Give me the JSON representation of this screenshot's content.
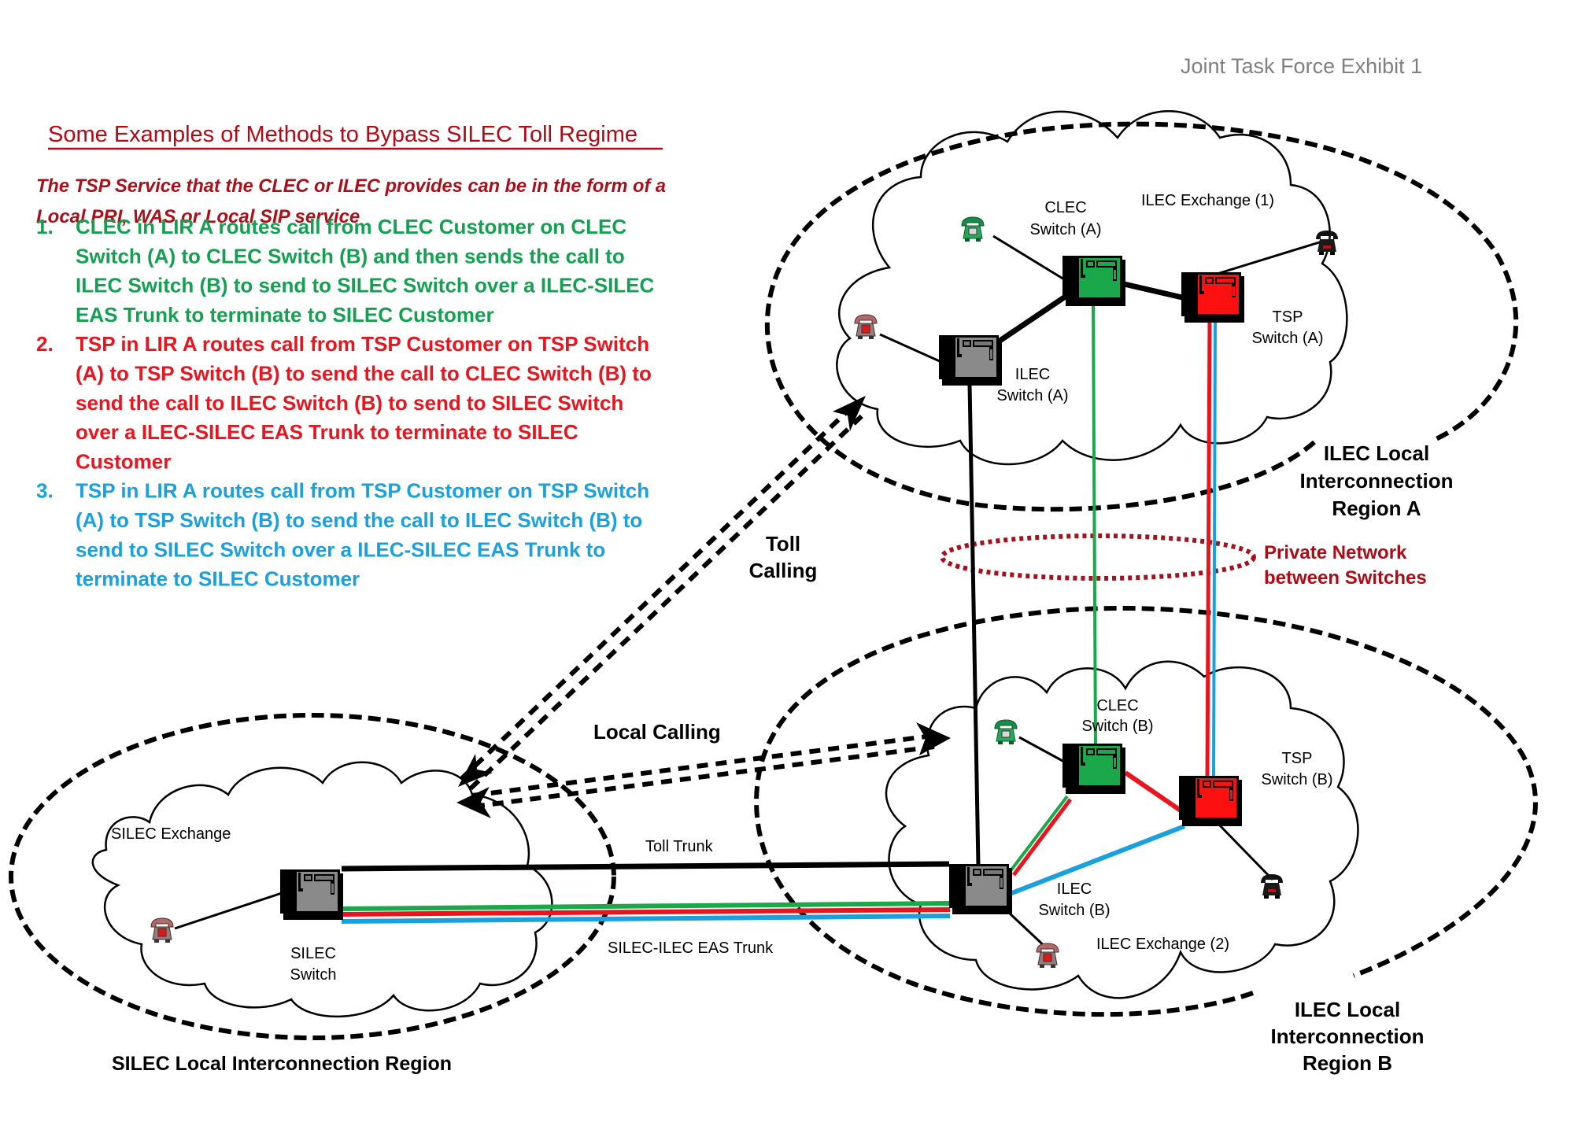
{
  "header": {
    "exhibit_label": "Joint Task Force Exhibit 1",
    "title": "Some Examples of Methods to Bypass SILEC Toll Regime",
    "subtitle_lines": [
      "The TSP Service that the CLEC or ILEC provides can be in the form of a",
      "Local PRI, WAS or Local SIP service"
    ]
  },
  "colors": {
    "title": "#b00a14",
    "method_1": "#14a050",
    "method_2": "#e8141e",
    "method_3": "#1aa0dc",
    "clec_switch": "#1aa84a",
    "tsp_switch": "#ff1010",
    "ilec_switch": "#8a8a8a",
    "private_network": "#a8101a"
  },
  "methods": [
    {
      "number": "1.",
      "color": "#14a050",
      "lines": [
        "CLEC in LIR A routes call from CLEC Customer on CLEC",
        "Switch (A) to CLEC Switch (B) and then sends the call to",
        "ILEC Switch (B) to send to SILEC Switch over a ILEC-SILEC",
        "EAS Trunk to terminate to SILEC Customer"
      ]
    },
    {
      "number": "2.",
      "color": "#e8141e",
      "lines": [
        "TSP in LIR A routes call from TSP Customer on TSP Switch",
        "(A) to TSP Switch (B) to send the call to CLEC Switch (B) to",
        "send the call to ILEC Switch (B) to send to SILEC Switch",
        "over a ILEC-SILEC EAS Trunk to terminate to SILEC",
        "Customer"
      ]
    },
    {
      "number": "3.",
      "color": "#1aa0dc",
      "lines": [
        "TSP in LIR A routes call from TSP Customer on TSP Switch",
        "(A) to TSP Switch (B) to send the call to ILEC Switch (B) to",
        "send to SILEC Switch over a ILEC-SILEC EAS Trunk to",
        "terminate to SILEC Customer"
      ]
    }
  ],
  "regions": {
    "region_a": {
      "lines": [
        "ILEC Local",
        "Interconnection",
        "Region A"
      ]
    },
    "region_b": {
      "lines": [
        "ILEC Local",
        "Interconnection",
        "Region B"
      ]
    },
    "silec": {
      "label": "SILEC Local Interconnection Region"
    }
  },
  "exchanges": {
    "ilec_1": "ILEC Exchange (1)",
    "ilec_2": "ILEC Exchange (2)",
    "silec": "SILEC Exchange"
  },
  "switches": {
    "clec_a": [
      "CLEC",
      "Switch (A)"
    ],
    "tsp_a": [
      "TSP",
      "Switch (A)"
    ],
    "ilec_a": [
      "ILEC",
      "Switch (A)"
    ],
    "clec_b": [
      "CLEC",
      "Switch (B)"
    ],
    "tsp_b": [
      "TSP",
      "Switch (B)"
    ],
    "ilec_b": [
      "ILEC",
      "Switch (B)"
    ],
    "silec": [
      "SILEC",
      "Switch"
    ]
  },
  "links": {
    "toll_calling": [
      "Toll",
      "Calling"
    ],
    "local_calling": "Local Calling",
    "toll_trunk": "Toll Trunk",
    "eas_trunk": "SILEC-ILEC EAS Trunk",
    "private_network": [
      "Private Network",
      "between Switches"
    ]
  }
}
